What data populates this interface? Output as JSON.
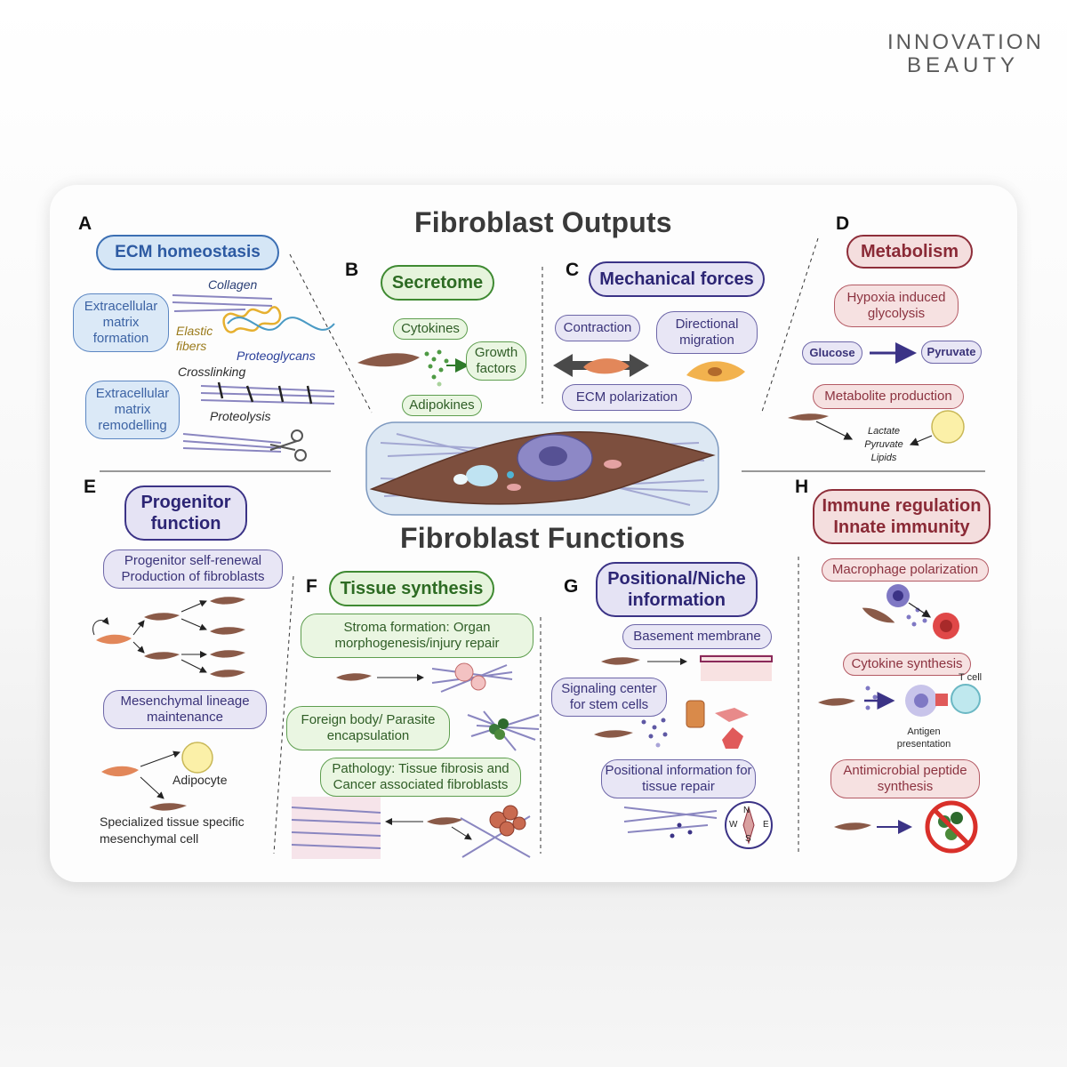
{
  "brand": {
    "line1": "INNOVATION",
    "line2": "BEAUTY"
  },
  "titles": {
    "outputs": "Fibroblast Outputs",
    "functions": "Fibroblast Functions"
  },
  "panels": {
    "A": {
      "letter": "A",
      "heading": "ECM homeostasis",
      "formation": "Extracellular matrix formation",
      "remodelling": "Extracellular matrix remodelling",
      "collagen": "Collagen",
      "elastic": "Elastic fibers",
      "proteoglycans": "Proteoglycans",
      "crosslinking": "Crosslinking",
      "proteolysis": "Proteolysis"
    },
    "B": {
      "letter": "B",
      "heading": "Secretome",
      "cytokines": "Cytokines",
      "growth": "Growth factors",
      "adipokines": "Adipokines"
    },
    "C": {
      "letter": "C",
      "heading": "Mechanical forces",
      "contraction": "Contraction",
      "migration": "Directional migration",
      "polarization": "ECM polarization"
    },
    "D": {
      "letter": "D",
      "heading": "Metabolism",
      "hypoxia": "Hypoxia induced glycolysis",
      "glucose": "Glucose",
      "pyruvate": "Pyruvate",
      "metabolite": "Metabolite production",
      "products": [
        "Lactate",
        "Pyruvate",
        "Lipids"
      ]
    },
    "E": {
      "letter": "E",
      "heading": "Progenitor function",
      "renewal": "Progenitor self-renewal Production of fibroblasts",
      "lineage": "Mesenchymal lineage maintenance",
      "adipocyte": "Adipocyte",
      "specialized": "Specialized tissue specific mesenchymal cell"
    },
    "F": {
      "letter": "F",
      "heading": "Tissue synthesis",
      "stroma": "Stroma formation: Organ morphogenesis/injury repair",
      "foreign": "Foreign body/ Parasite encapsulation",
      "pathology": "Pathology: Tissue fibrosis and Cancer associated fibroblasts"
    },
    "G": {
      "letter": "G",
      "heading": "Positional/Niche information",
      "basement": "Basement membrane",
      "signaling": "Signaling center for stem cells",
      "positional": "Positional information for tissue repair",
      "compass": [
        "N",
        "W",
        "E",
        "S"
      ]
    },
    "H": {
      "letter": "H",
      "heading": "Immune regulation Innate immunity",
      "macrophage": "Macrophage polarization",
      "cytokine": "Cytokine synthesis",
      "tcell": "T cell",
      "antigen": "Antigen presentation",
      "antimicrobial": "Antimicrobial peptide synthesis"
    }
  },
  "colors": {
    "blue": "#3c6fb3",
    "green": "#3f8a32",
    "purple": "#3b3386",
    "red": "#8e2e3a",
    "cell": "#8a5a48"
  }
}
